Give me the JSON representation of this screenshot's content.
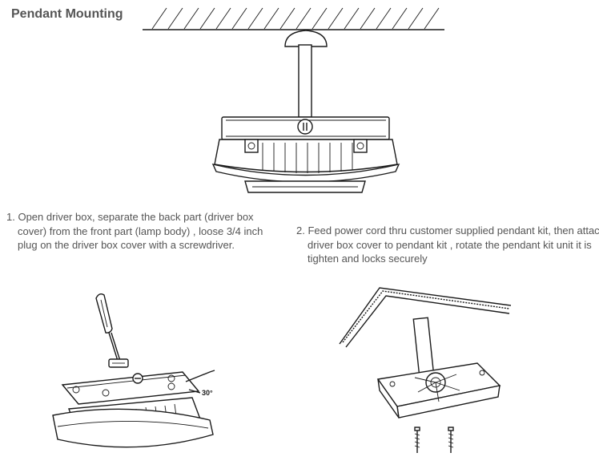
{
  "title": "Pendant Mounting",
  "steps": [
    {
      "number": "1.",
      "text": "Open driver box, separate the back part (driver box cover) from the front part (lamp body) , loose 3/4 inch plug on the driver box cover with a screwdriver."
    },
    {
      "number": "2.",
      "text": "Feed power cord thru customer supplied pendant kit, then attach driver box cover to pendant kit , rotate the pendant kit unit it is tighten and locks securely"
    }
  ],
  "figure_labels": {
    "angle": "30°"
  },
  "icons": [
    "ceiling-hatch",
    "pendant-fixture",
    "screwdriver",
    "plug",
    "driver-box-cover",
    "mounting-screw"
  ]
}
